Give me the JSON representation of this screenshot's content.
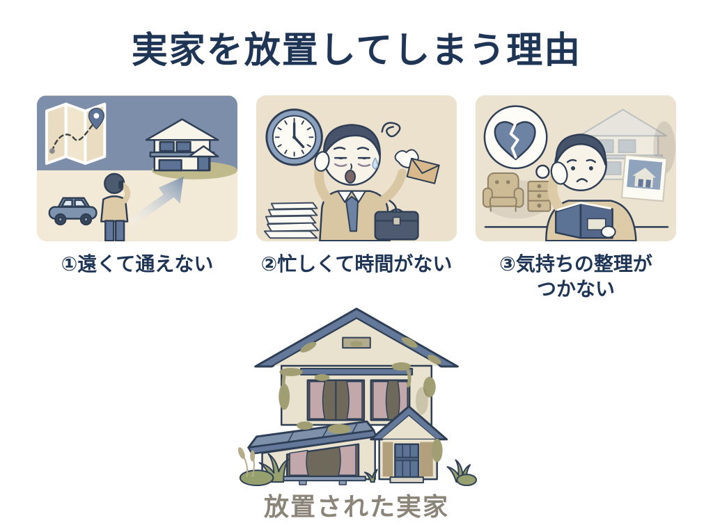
{
  "page": {
    "title": "実家を放置してしまう理由",
    "background_color": "#ffffff",
    "title_color": "#1f3556"
  },
  "panels": [
    {
      "caption_lines": [
        "①遠くて通えない"
      ],
      "illustration": "person-on-phone-looking-at-distant-house-with-map-and-car",
      "icons": [
        "map-icon",
        "location-pin-icon",
        "distant-house-icon",
        "car-icon",
        "person-back-icon",
        "arrow-icon"
      ]
    },
    {
      "caption_lines": [
        "②忙しくて時間がない"
      ],
      "illustration": "exhausted-office-worker-with-clock-papers-envelope-briefcase",
      "icons": [
        "clock-icon",
        "dizzy-scribble-icon",
        "paper-stack-icon",
        "envelope-icon",
        "briefcase-icon",
        "tired-man-icon"
      ]
    },
    {
      "caption_lines": [
        "③気持ちの整理が",
        "つかない"
      ],
      "illustration": "sad-person-looking-at-photo-album-with-broken-heart-thought",
      "icons": [
        "broken-heart-bubble-icon",
        "broken-heart-icon",
        "armchair-icon",
        "dresser-icon",
        "photo-icon",
        "photo-album-icon",
        "sad-man-icon",
        "memory-house-icon"
      ]
    }
  ],
  "footer": {
    "label": "放置された実家",
    "label_color": "#8b8579",
    "illustration": "abandoned-overgrown-house"
  },
  "colors": {
    "panel_sky": "#7c8ea9",
    "panel_beige": "#ece1cd",
    "outline_navy": "#2e3e55",
    "roof_blue": "#64799a",
    "wall_cream": "#e8e2cf",
    "curtain_pink": "#c2a8ab",
    "moss_olive": "#a19e73",
    "grass_green": "#96a06f"
  }
}
